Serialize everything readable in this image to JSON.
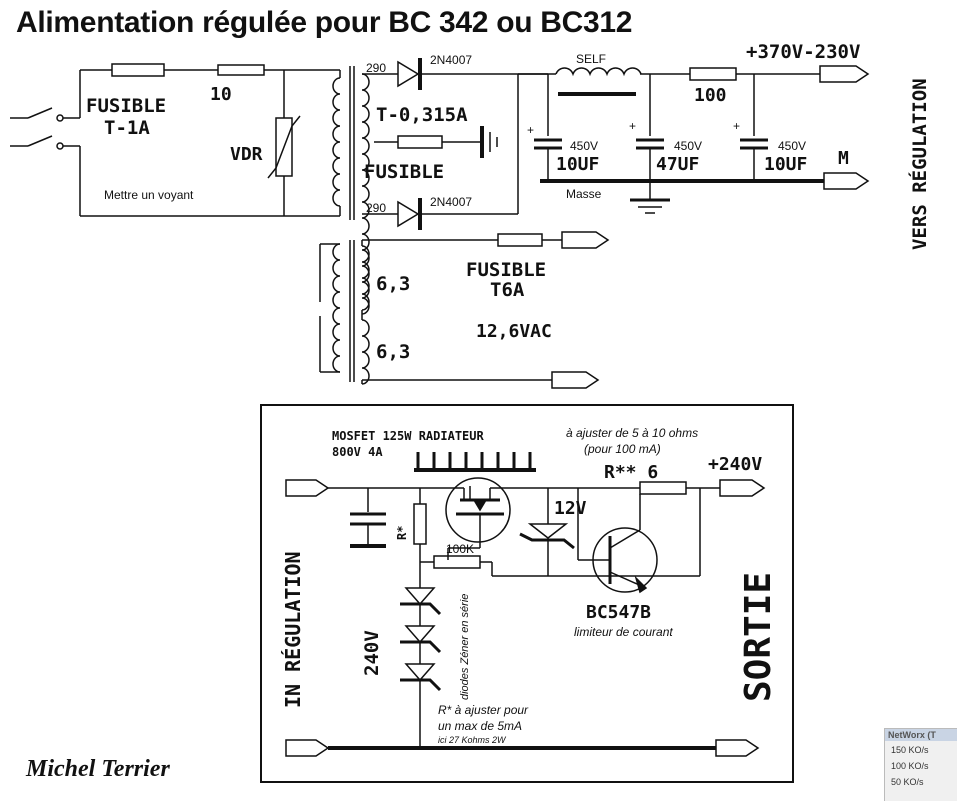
{
  "title": "Alimentation régulée pour BC 342 ou BC312",
  "top": {
    "fuse1": "FUSIBLE",
    "fuse1_rating": "T-1A",
    "res_10": "10",
    "vdr": "VDR",
    "voyant_note": "Mettre un voyant",
    "sec_290_a": "290",
    "sec_290_b": "290",
    "diode_a": "2N4007",
    "diode_b": "2N4007",
    "fuse2_rating": "T-0,315A",
    "fuse2": "FUSIBLE",
    "self": "SELF",
    "res_100": "100",
    "cap1_v": "450V",
    "cap1_c": "10UF",
    "cap2_v": "450V",
    "cap2_c": "47UF",
    "cap3_v": "450V",
    "cap3_c": "10UF",
    "plus": "+",
    "masse": "Masse",
    "output_voltage": "+370V-230V",
    "m_label": "M",
    "vers_regulation": "VERS RÉGULATION",
    "fuse3": "FUSIBLE",
    "fuse3_rating": "T6A",
    "heater1": "6,3",
    "heater2": "6,3",
    "vac": "12,6VAC"
  },
  "regulator": {
    "mosfet_line1": "MOSFET 125W RADIATEUR",
    "mosfet_line2": "800V 4A",
    "adjust_line1": "à ajuster de 5 à 10 ohms",
    "adjust_line2": "(pour 100 mA)",
    "r6": "R** 6",
    "out_voltage": "+240V",
    "zener12": "12V",
    "r_star": "R*",
    "res_100k": "100K",
    "zener_chain": "240V",
    "zener_note": "diodes Zéner en série",
    "transistor": "BC547B",
    "transistor_note": "limiteur de courant",
    "rstar_note1": "R* à ajuster pour",
    "rstar_note2": "un max de 5mA",
    "rstar_note3": "ici 27 Kohms 2W",
    "in_label": "IN RÉGULATION",
    "sortie": "SORTIE"
  },
  "signature": "Michel Terrier",
  "networx": {
    "header": "NetWorx (T",
    "row1": "150 KO/s",
    "row2": "100 KO/s",
    "row3": "50 KO/s"
  }
}
